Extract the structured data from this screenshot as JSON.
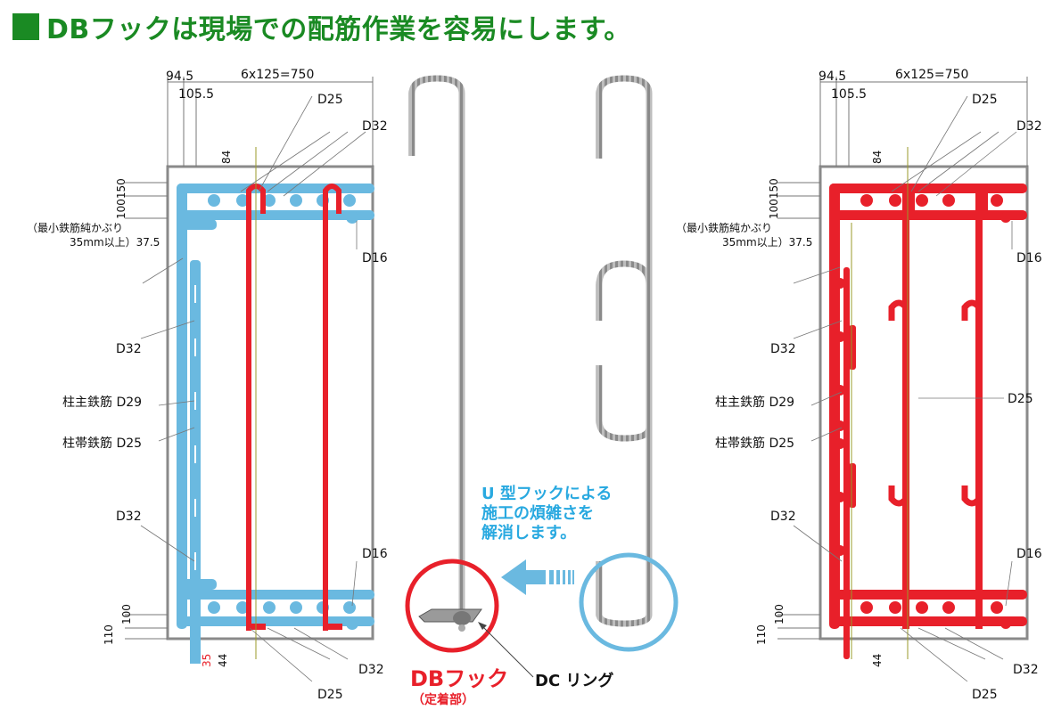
{
  "title": "DBフックは現場での配筋作業を容易にします。",
  "colors": {
    "title": "#1a8a23",
    "blue": "#6ab9e0",
    "red": "#e8202a",
    "gray": "#9a9a9a"
  },
  "left": {
    "dim_945": "94.5",
    "dim_1055": "105.5",
    "dim_span": "6x125=750",
    "d25_top": "D25",
    "d32_top": "D32",
    "dim_84": "84",
    "dim_100150": "100150",
    "cover1": "（最小鉄筋純かぶり",
    "cover2": "35mm以上）37.5",
    "d16_top": "D16",
    "d32_mid": "D32",
    "col_main": "柱主鉄筋 D29",
    "col_tie": "柱帯鉄筋 D25",
    "d32_low": "D32",
    "d16_low": "D16",
    "dim_100": "100",
    "dim_110": "110",
    "dim_35": "35",
    "dim_44": "44",
    "d32_bot": "D32",
    "d25_bot": "D25"
  },
  "right": {
    "dim_945": "94.5",
    "dim_1055": "105.5",
    "dim_span": "6x125=750",
    "d25_top": "D25",
    "d32_top": "D32",
    "dim_84": "84",
    "dim_100150": "100150",
    "cover1": "（最小鉄筋純かぶり",
    "cover2": "35mm以上）37.5",
    "d16_top": "D16",
    "d32_mid": "D32",
    "d25_mid": "D25",
    "col_main": "柱主鉄筋 D29",
    "col_tie": "柱帯鉄筋 D25",
    "d32_low": "D32",
    "d16_low": "D16",
    "dim_100": "100",
    "dim_110": "110",
    "dim_44": "44",
    "d32_bot": "D32",
    "d25_bot": "D25"
  },
  "center": {
    "note1": "U 型フックによる",
    "note2": "施工の煩雑さを",
    "note3": "解消します。",
    "dbhook": "DBフック",
    "dbhook_sub": "（定着部）",
    "dcring": "DC リング"
  }
}
